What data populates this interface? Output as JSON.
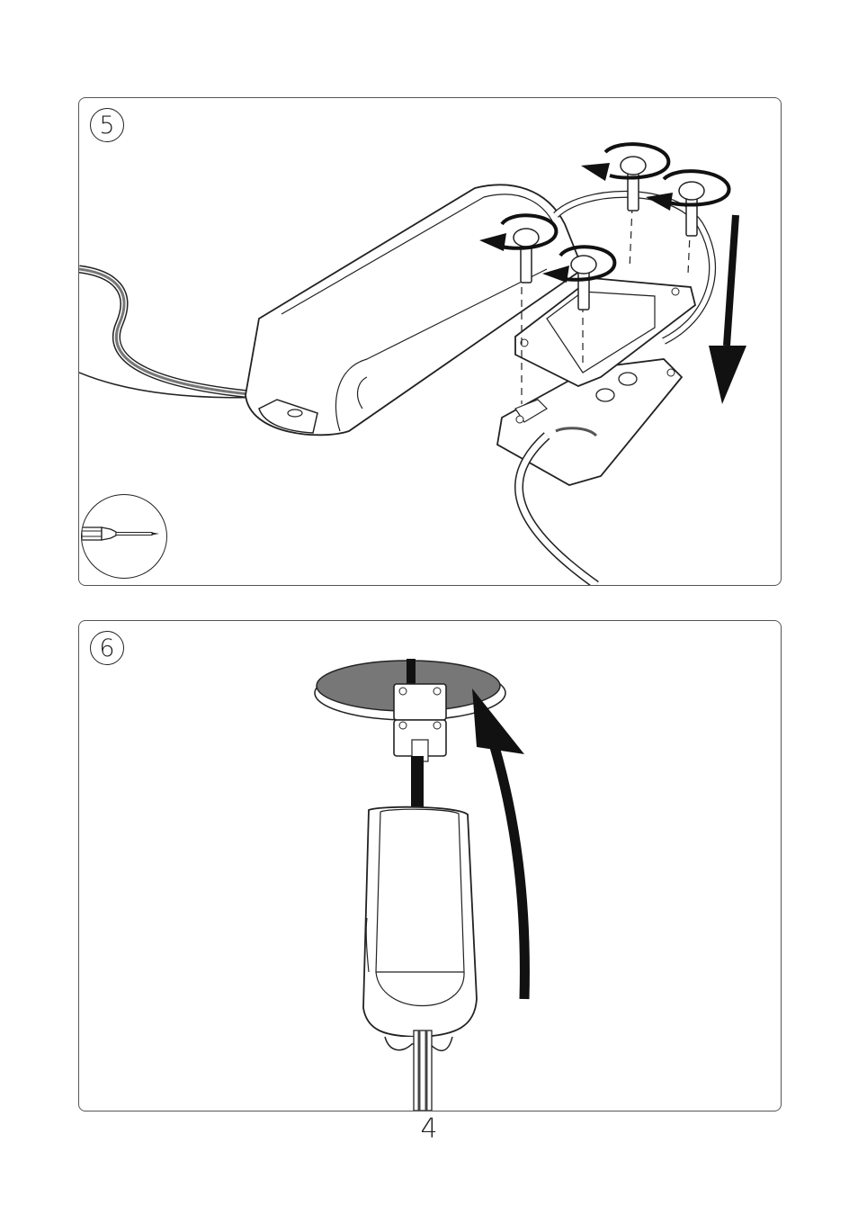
{
  "steps": [
    {
      "number": "5",
      "tool_icon": "screwdriver-icon"
    },
    {
      "number": "6"
    }
  ],
  "page_number": "4"
}
